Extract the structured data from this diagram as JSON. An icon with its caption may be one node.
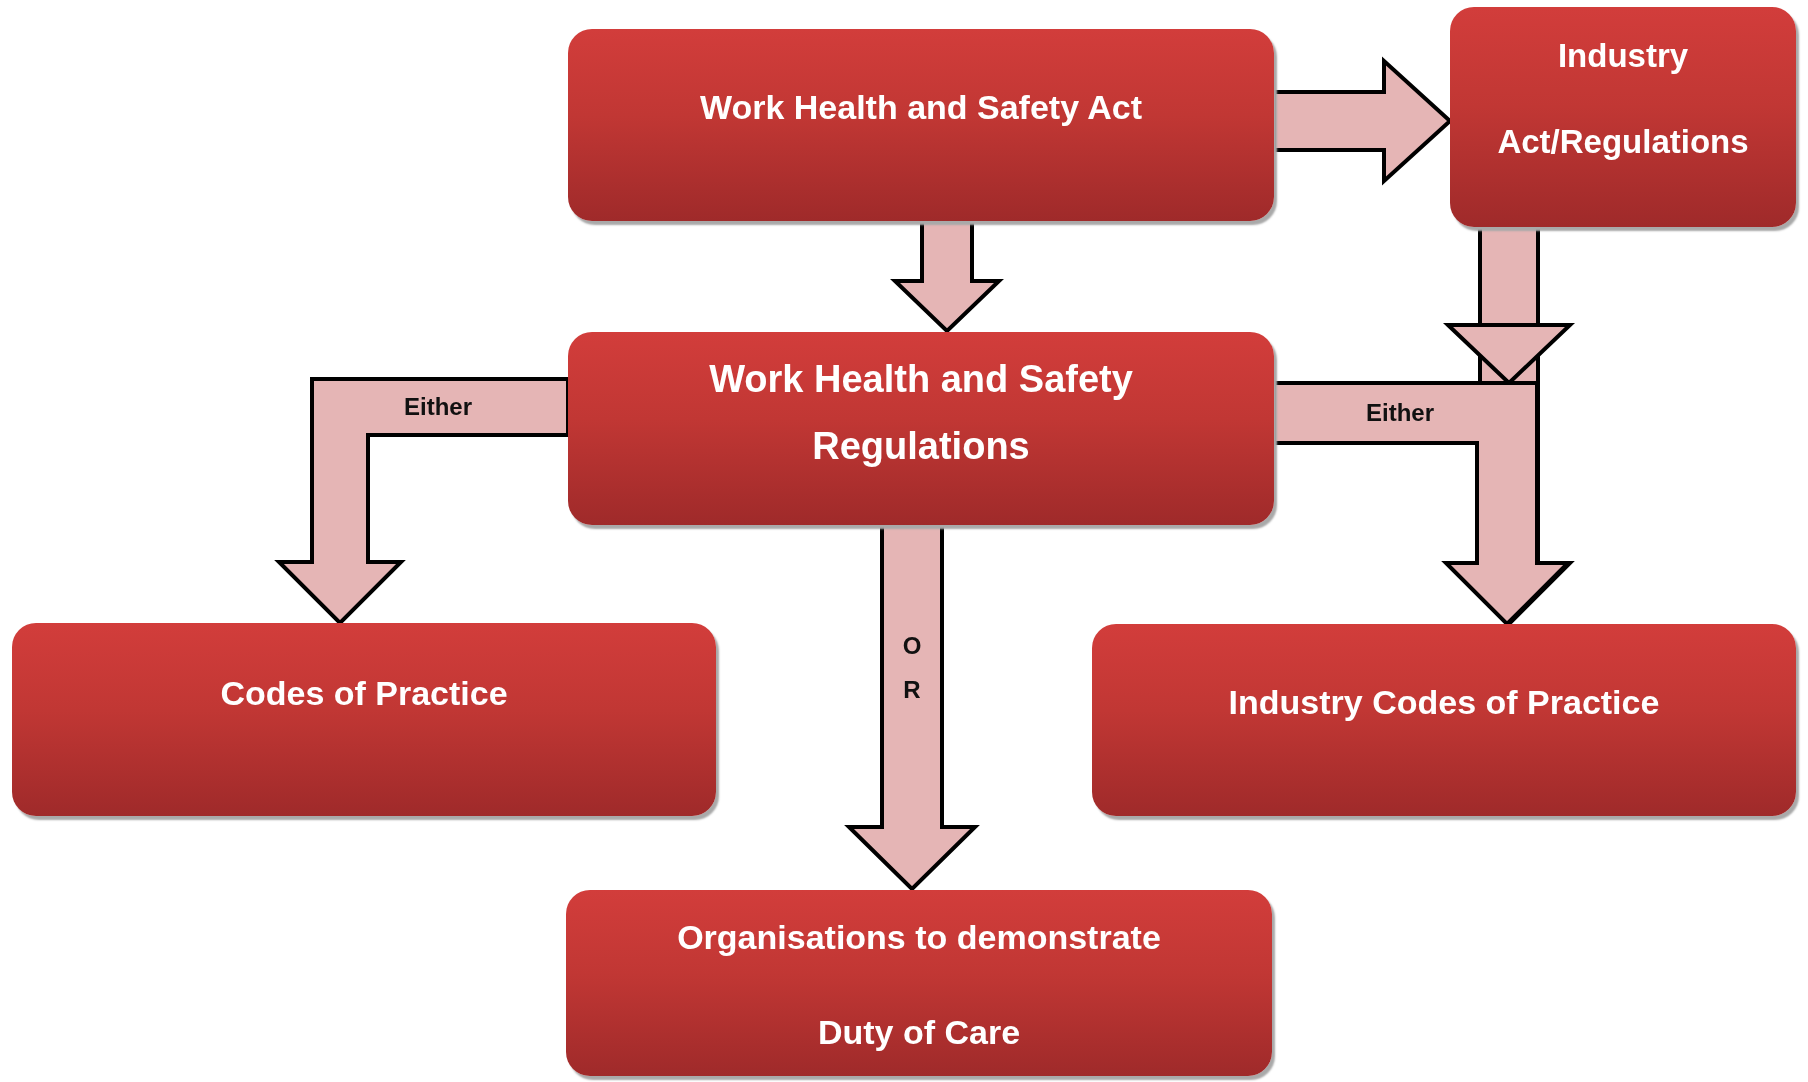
{
  "diagram": {
    "nodes": [
      {
        "text": [
          "Work Health and Safety Act"
        ]
      },
      {
        "text": [
          "Industry Act/Regulations"
        ]
      },
      {
        "text": [
          "Work Health and Safety Regulations"
        ]
      },
      {
        "text": [
          "Codes of Practice"
        ]
      },
      {
        "text": [
          "Industry Codes of Practice"
        ]
      },
      {
        "text": [
          "Organisations to demonstrate Duty of Care"
        ]
      }
    ],
    "edges": [
      {
        "from": 0,
        "to": 1,
        "arrow": "to"
      },
      {
        "from": 0,
        "to": 2,
        "arrow": "to"
      },
      {
        "from": 2,
        "to": 3,
        "arrow": "to",
        "label": "Either"
      },
      {
        "from": 1,
        "to": 4,
        "arrow": "to"
      },
      {
        "from": 2,
        "to": 4,
        "arrow": "to",
        "label": "Either"
      },
      {
        "from": 2,
        "to": 5,
        "arrow": "to",
        "label": "OR"
      }
    ]
  }
}
